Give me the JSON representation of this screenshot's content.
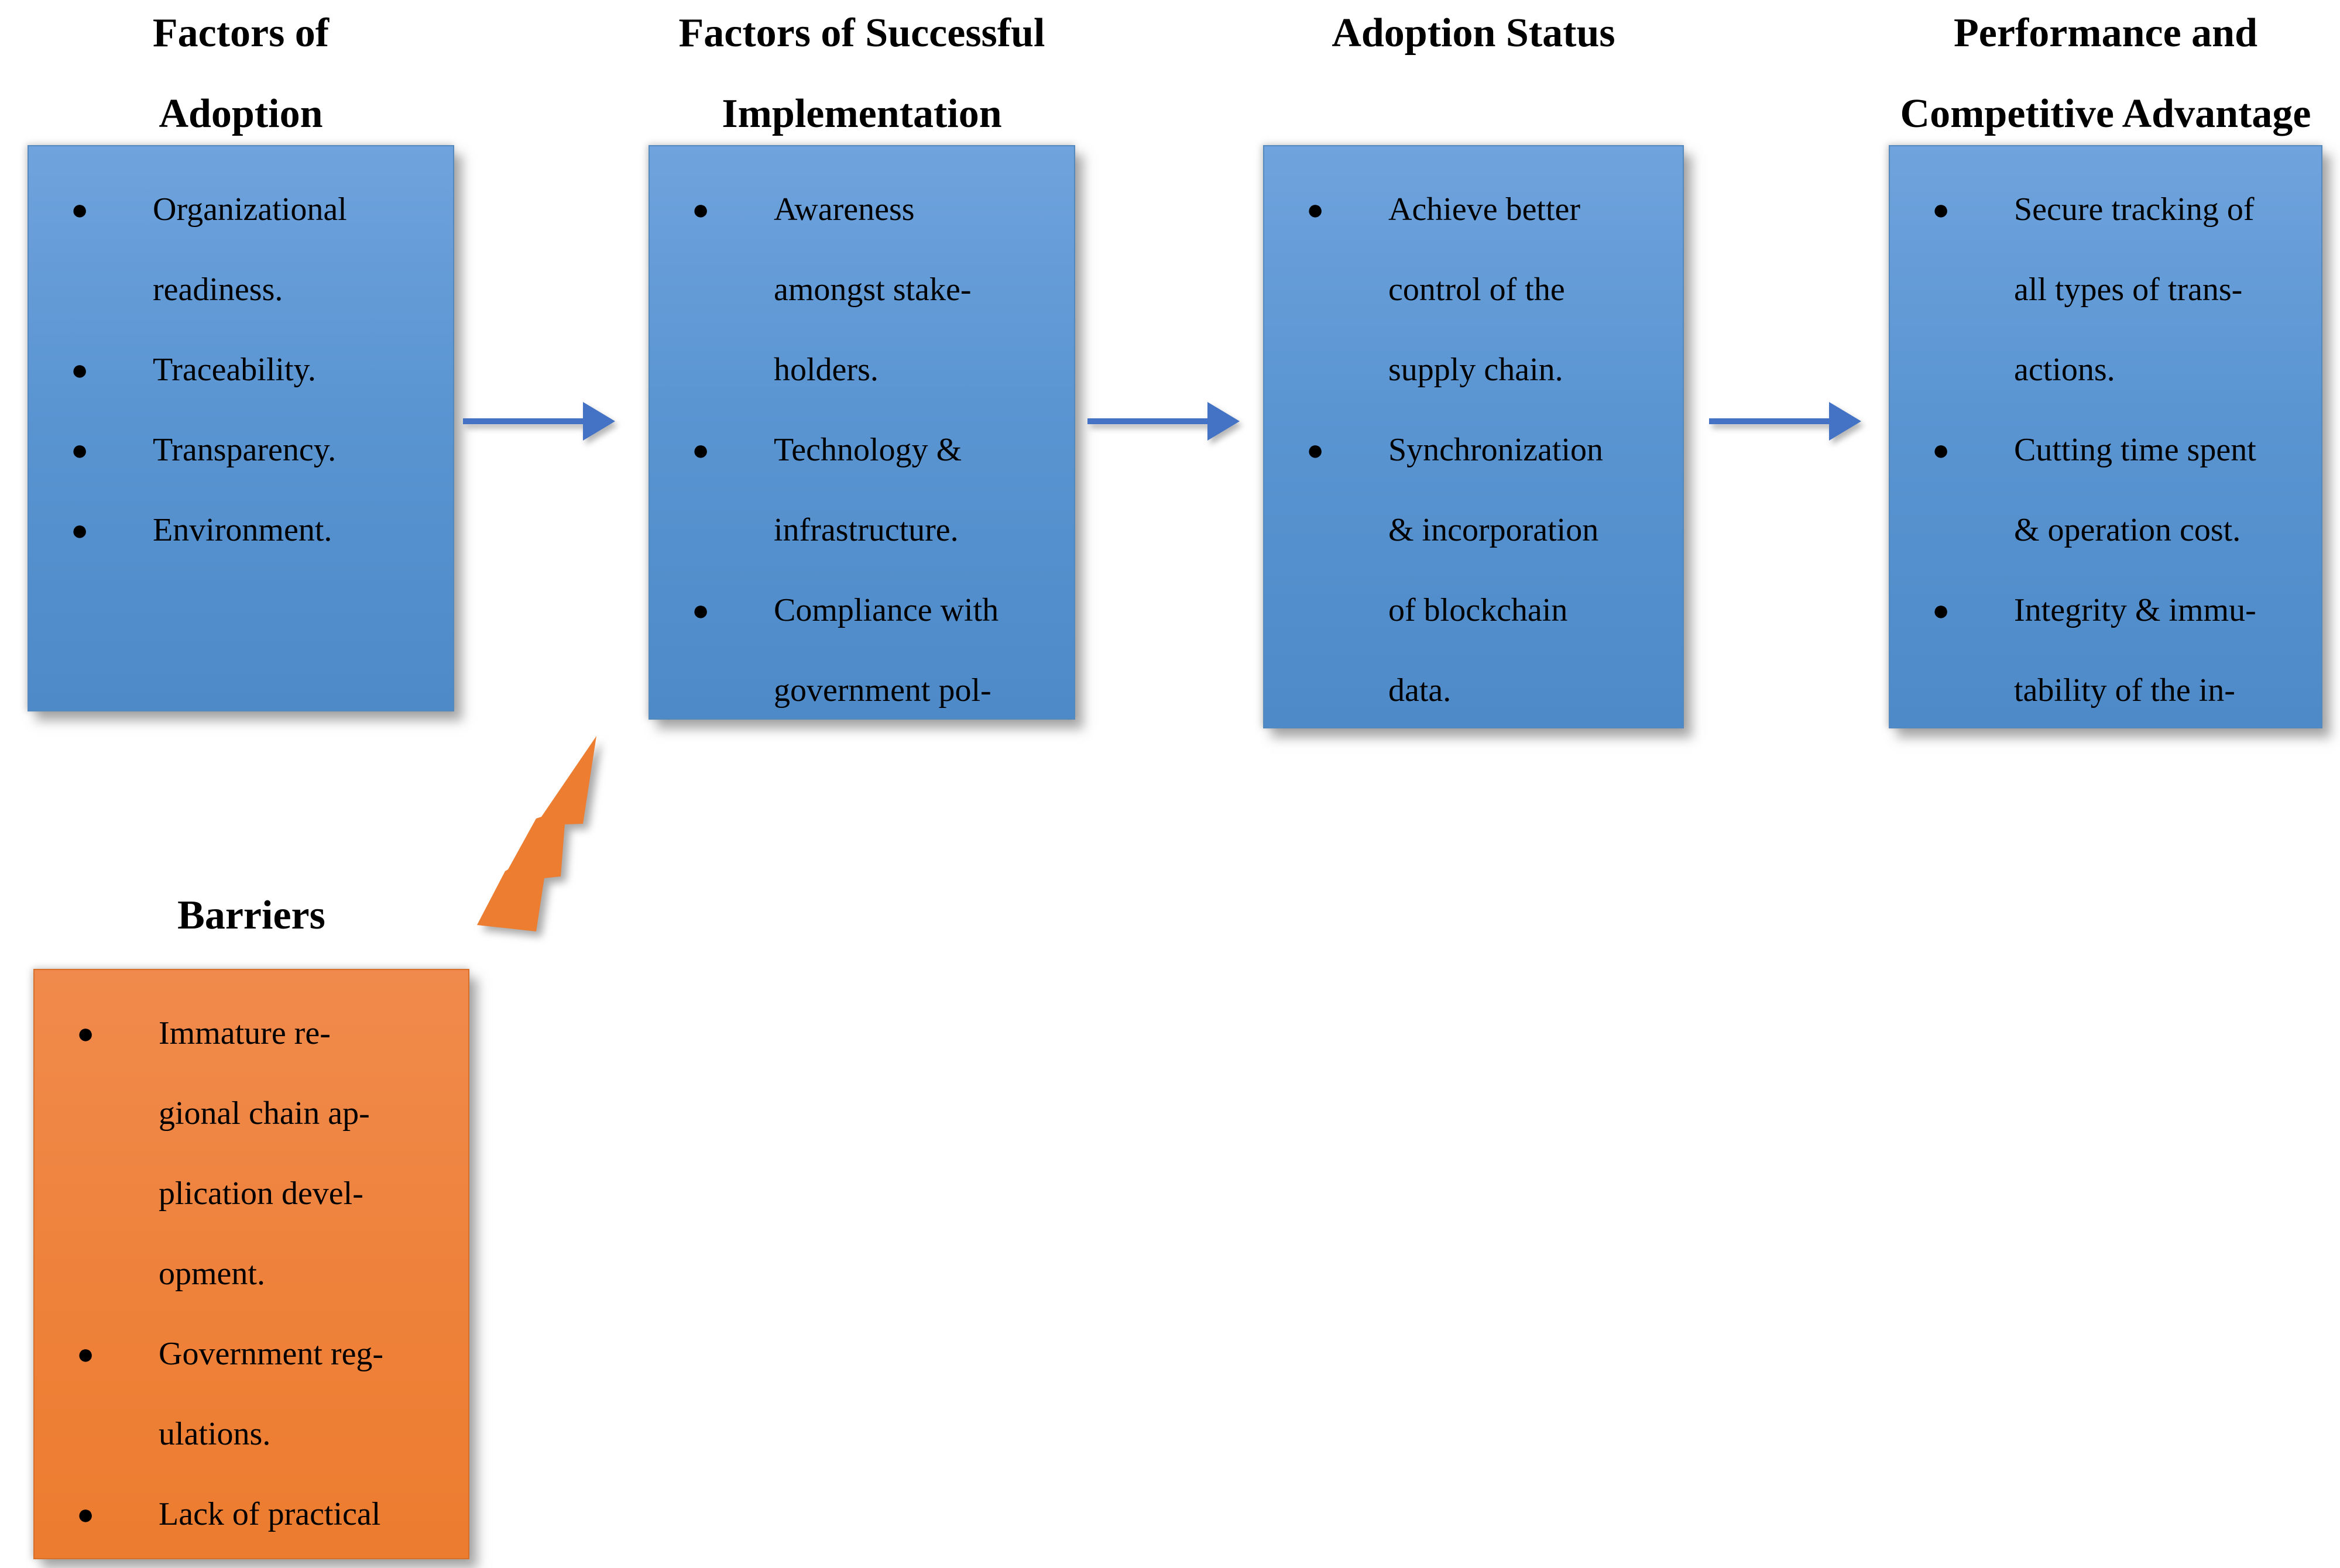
{
  "diagram": {
    "bullet_glyph": "●",
    "columns": [
      {
        "title": "Factors of\nAdoption",
        "items": [
          "Organizational\nreadiness.",
          "Traceability.",
          "Transparency.",
          "Environment."
        ]
      },
      {
        "title": "Factors of Successful\nImplementation",
        "items": [
          "Awareness\namongst stake-\nholders.",
          "Technology &\ninfrastructure.",
          "Compliance with\ngovernment pol-"
        ]
      },
      {
        "title": "Adoption Status",
        "items": [
          "Achieve better\ncontrol of the\nsupply chain.",
          "Synchronization\n& incorporation\nof blockchain\ndata."
        ]
      },
      {
        "title": "Performance and\nCompetitive Advantage",
        "items": [
          "Secure tracking of\nall types of trans-\nactions.",
          "Cutting time spent\n& operation cost.",
          "Integrity & immu-\ntability of the in-"
        ]
      }
    ],
    "barriers": {
      "title": "Barriers",
      "items": [
        "Immature re-\ngional chain ap-\nplication devel-\nopment.",
        "Government reg-\nulations.",
        "Lack of practical"
      ]
    },
    "colors": {
      "box_blue_top": "#6FA3DD",
      "box_blue_bottom": "#4E8AC8",
      "box_orange_top": "#F08A4C",
      "box_orange_bottom": "#EC7C2F",
      "arrow_blue": "#4472C4",
      "bolt_orange": "#ED7D31",
      "text": "#000000"
    }
  }
}
